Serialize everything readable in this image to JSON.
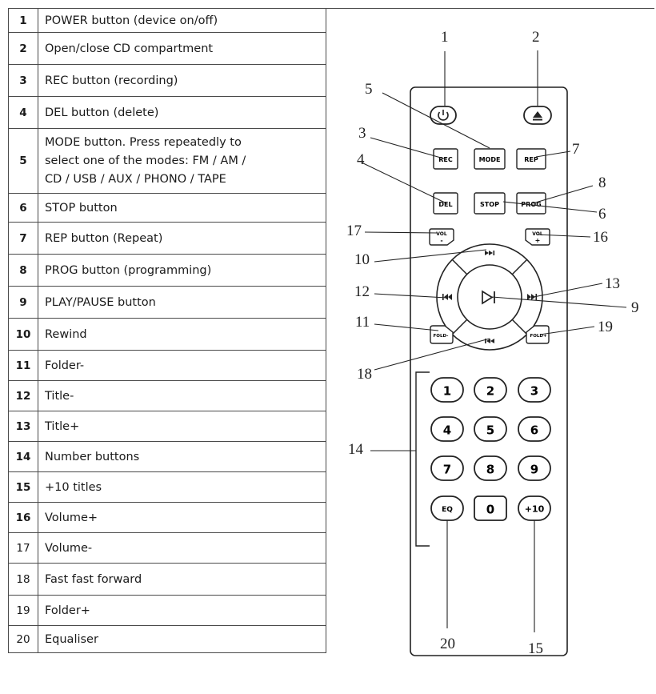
{
  "legend": [
    {
      "num": "1",
      "text": "POWER button (device on/off)",
      "bold": true
    },
    {
      "num": "2",
      "text": "Open/close CD compartment",
      "bold": true
    },
    {
      "num": "3",
      "text": "REC button (recording)",
      "bold": true
    },
    {
      "num": "4",
      "text": "DEL button (delete)",
      "bold": true
    },
    {
      "num": "5",
      "lines": [
        "MODE button. Press repeatedly to",
        "select one of the modes: FM / AM /",
        "CD / USB / AUX / PHONO / TAPE"
      ],
      "bold": true
    },
    {
      "num": "6",
      "text": "STOP button",
      "bold": true
    },
    {
      "num": "7",
      "text": "REP button (Repeat)",
      "bold": true
    },
    {
      "num": "8",
      "text": "PROG button (programming)",
      "bold": true
    },
    {
      "num": "9",
      "text": "PLAY/PAUSE button",
      "bold": true
    },
    {
      "num": "10",
      "text": "Rewind",
      "bold": true
    },
    {
      "num": "11",
      "text": "Folder-",
      "bold": true
    },
    {
      "num": "12",
      "text": "Title-",
      "bold": true
    },
    {
      "num": "13",
      "text": "Title+",
      "bold": true
    },
    {
      "num": "14",
      "text": "Number buttons",
      "bold": true
    },
    {
      "num": "15",
      "text": "+10 titles",
      "bold": true
    },
    {
      "num": "16",
      "text": "Volume+",
      "bold": true
    },
    {
      "num": "17",
      "text": "Volume-",
      "bold": false
    },
    {
      "num": "18",
      "text": "Fast fast forward",
      "bold": false
    },
    {
      "num": "19",
      "text": "Folder+",
      "bold": false
    },
    {
      "num": "20",
      "text": "Equaliser",
      "bold": false
    }
  ],
  "remote": {
    "callouts": [
      "1",
      "2",
      "5",
      "3",
      "7",
      "4",
      "8",
      "6",
      "17",
      "16",
      "10",
      "12",
      "13",
      "9",
      "11",
      "19",
      "18",
      "14",
      "20",
      "15"
    ],
    "buttons": {
      "rec": "REC",
      "mode": "MODE",
      "rep": "REP",
      "del": "DEL",
      "stop": "STOP",
      "prog": "PROG",
      "vol_minus_top": "VOL",
      "vol_minus_sign": "-",
      "vol_plus_top": "VOL",
      "vol_plus_sign": "+",
      "fold_minus": "FOLD-",
      "fold_plus": "FOLD+",
      "eq": "EQ",
      "plus10": "+10"
    },
    "digits": [
      "1",
      "2",
      "3",
      "4",
      "5",
      "6",
      "7",
      "8",
      "9",
      "0"
    ]
  }
}
